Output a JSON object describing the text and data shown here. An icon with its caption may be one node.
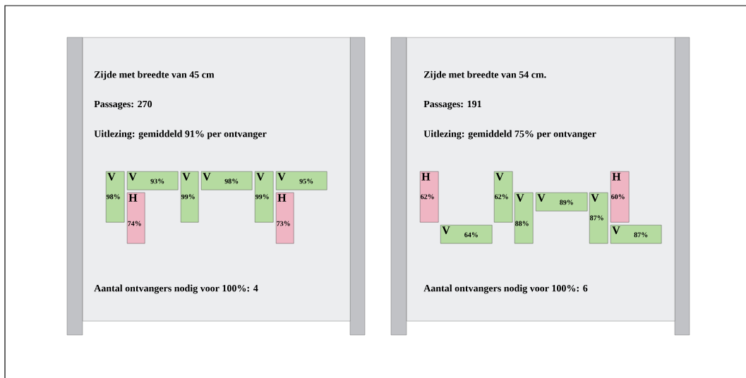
{
  "diagram": {
    "nodes": [
      {
        "text": [
          "Zijde met breedte van 45 cm",
          "Passages: 270",
          "Uitlezing: gemiddeld 91% per ontvanger",
          "Aantal ontvangers nodig voor 100%: 4"
        ]
      },
      {
        "text": [
          "V",
          "98%"
        ],
        "in": 0
      },
      {
        "text": [
          "V",
          "93%"
        ],
        "in": 0
      },
      {
        "text": [
          "H",
          "74%"
        ],
        "in": 0
      },
      {
        "text": [
          "V",
          "99%"
        ],
        "in": 0
      },
      {
        "text": [
          "V",
          "98%"
        ],
        "in": 0
      },
      {
        "text": [
          "V",
          "99%"
        ],
        "in": 0
      },
      {
        "text": [
          "V",
          "95%"
        ],
        "in": 0
      },
      {
        "text": [
          "H",
          "73%"
        ],
        "in": 0
      },
      {
        "text": [
          "Zijde met breedte van 54 cm.",
          "Passages: 191",
          "Uitlezing: gemiddeld 75% per ontvanger",
          "Aantal ontvangers nodig voor 100%: 6"
        ]
      },
      {
        "text": [
          "H",
          "62%"
        ],
        "in": 9
      },
      {
        "text": [
          "V",
          "64%"
        ],
        "in": 9
      },
      {
        "text": [
          "V",
          "62%"
        ],
        "in": 9
      },
      {
        "text": [
          "V",
          "88%"
        ],
        "in": 9
      },
      {
        "text": [
          "V",
          "89%"
        ],
        "in": 9
      },
      {
        "text": [
          "V",
          "87%"
        ],
        "in": 9
      },
      {
        "text": [
          "H",
          "60%"
        ],
        "in": 9
      },
      {
        "text": [
          "V",
          "87%"
        ],
        "in": 9
      }
    ]
  }
}
